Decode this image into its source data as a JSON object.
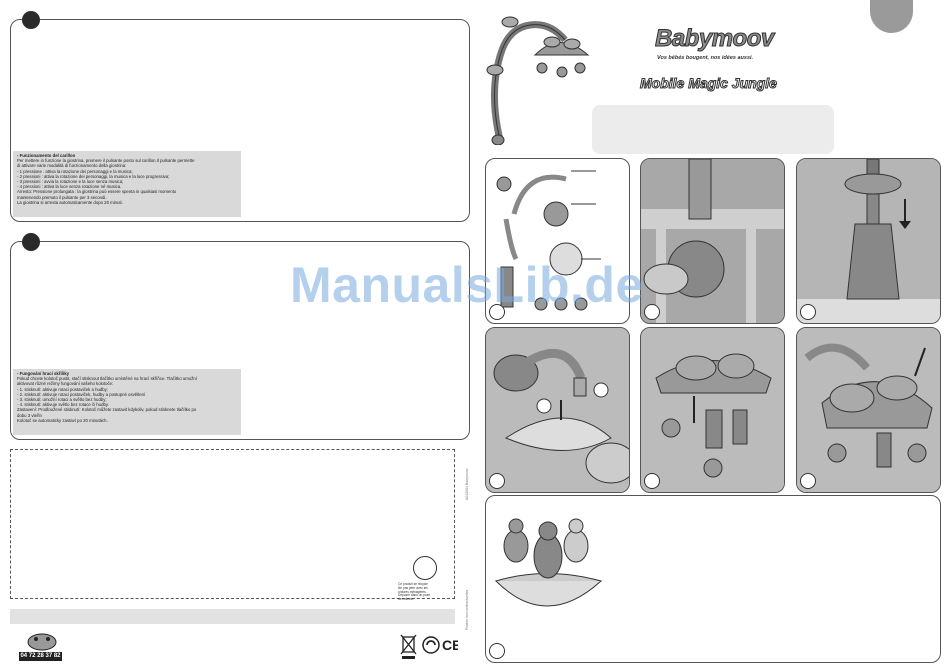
{
  "brand": {
    "logo_text": "Babymoov",
    "tagline": "Vos bébés bougent, nos idées aussi.",
    "product_name": "Mobile Magic Jungle"
  },
  "watermark": "ManualsLib.de",
  "italian_section": {
    "lines": [
      "- Funzionamento del carillon",
      "Per mettere in funzione la giostrina, premere il pulsante posto sul carillon.Il pulsante permette",
      "di attivare varie modalità di funzionamento della giostrina:",
      "- 1 pressione : attiva la rotazione dei personaggi e la musica;",
      "- 2 pressioni : attiva la rotazione dei personaggi, la musica e la luce progressiva;",
      "- 3 pressioni : avvia la rotazione e la luce senza musica;",
      "- 4 pressioni : attiva la luce senza rotazione né musica.",
      "Arresto: Pressione prolungata : la giostrina può essere spenta in qualsiasi momento",
      "mantenendo premuto il pulsante per 3 secondi.",
      "La giostrina si arresta automaticamente dopo 20 minuti."
    ]
  },
  "czech_section": {
    "lines": [
      "- Fungování hrací skříňky",
      "Pokud chcete kolotoč pustit, stačí stisknout tlačítko umístěné na hrací skříňce. Tlačítko umožní",
      "aktivovat různé režimy fungování vašeho kolotoče:",
      "- 1. stisknutí: aktivuje rotaci postaviček a hudby;",
      "- 2. stisknutí: aktivuje rotaci postaviček, hudby a postupné osvětlení",
      "- 3. stisknutí: umožní rotaci a světlo bez hudby;",
      "- 4. stisknutí: aktivuje světlo bez rotace či hudby.",
      "Zastavení: Prodloužené stisknutí: Kolotoč můžete zastavit kdykoliv, pokud stisknete tlačítko po",
      "dobu 3 vteřin",
      "Kolotoč se automaticky zastaví po 20 minutách."
    ]
  },
  "footer": {
    "phone": "04 72 28 37 82",
    "recycle_note": [
      "Ce produit se recycle",
      "Ne pas jeter avec les",
      "ordures ménagères.",
      "Déposer dans un point",
      "de collecte."
    ],
    "vertical_code_top": "A042054 Babymoov",
    "vertical_code_bottom": "Photos non contractuelles"
  },
  "colors": {
    "panel_border": "#555555",
    "gray_box": "#d9d9d9",
    "tab": "#9a9a9a",
    "watermark": "#78aadc"
  },
  "steps": [
    {
      "label": "step-1-parts"
    },
    {
      "label": "step-2-clamp"
    },
    {
      "label": "step-3-arm"
    },
    {
      "label": "step-4-musicbox"
    },
    {
      "label": "step-5-figures"
    },
    {
      "label": "step-6-leaves"
    },
    {
      "label": "step-7-standalone"
    }
  ]
}
